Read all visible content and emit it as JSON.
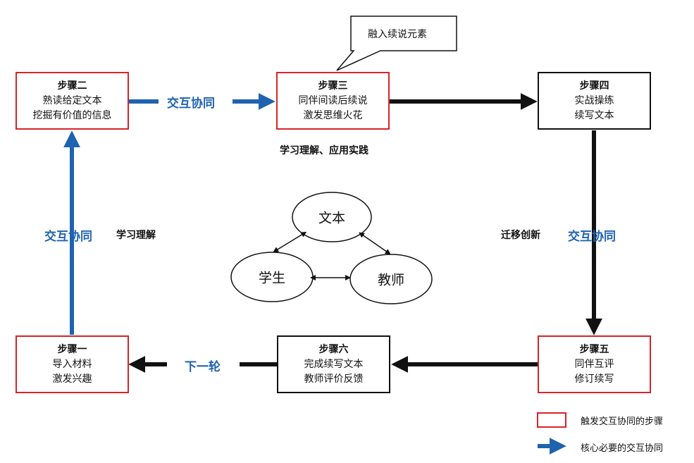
{
  "steps": {
    "step1": {
      "title": "步骤一",
      "line1": "导入材料",
      "line2": "激发兴趣"
    },
    "step2": {
      "title": "步骤二",
      "line1": "熟读给定文本",
      "line2": "挖掘有价值的信息"
    },
    "step3": {
      "title": "步骤三",
      "line1": "同伴间读后续说",
      "line2": "激发思维火花"
    },
    "step4": {
      "title": "步骤四",
      "line1": "实战操练",
      "line2": "续写文本"
    },
    "step5": {
      "title": "步骤五",
      "line1": "同伴互评",
      "line2": "修订续写"
    },
    "step6": {
      "title": "步骤六",
      "line1": "完成续写文本",
      "line2": "教师评价反馈"
    }
  },
  "callout": "融入续说元素",
  "labels": {
    "interact_top": "交互协同",
    "interact_left": "交互协同",
    "interact_right": "交互协同",
    "learn_apply": "学习理解、应用实践",
    "learn": "学习理解",
    "transfer": "迁移创新",
    "next_round": "下一轮"
  },
  "triangle": {
    "text": "文本",
    "student": "学生",
    "teacher": "教师"
  },
  "legend": {
    "red_box": "触发交互协同的步骤",
    "blue_arrow": "核心必要的交互协同"
  },
  "colors": {
    "red": "#d9232a",
    "blue": "#1f63b0",
    "black": "#111111"
  }
}
